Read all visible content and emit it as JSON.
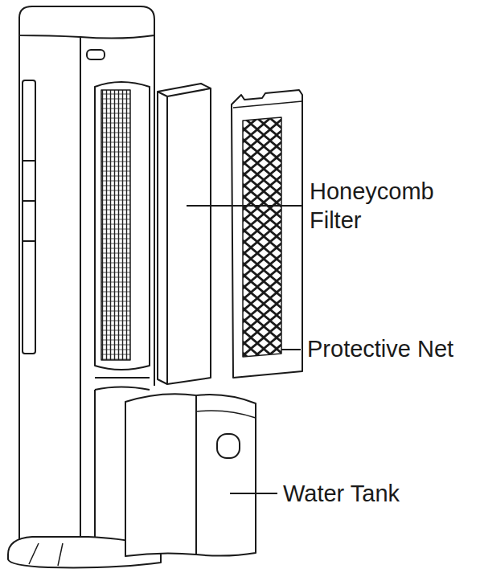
{
  "diagram": {
    "labels": [
      "Honeycomb Filter",
      "Protective Net",
      "Water Tank"
    ]
  }
}
